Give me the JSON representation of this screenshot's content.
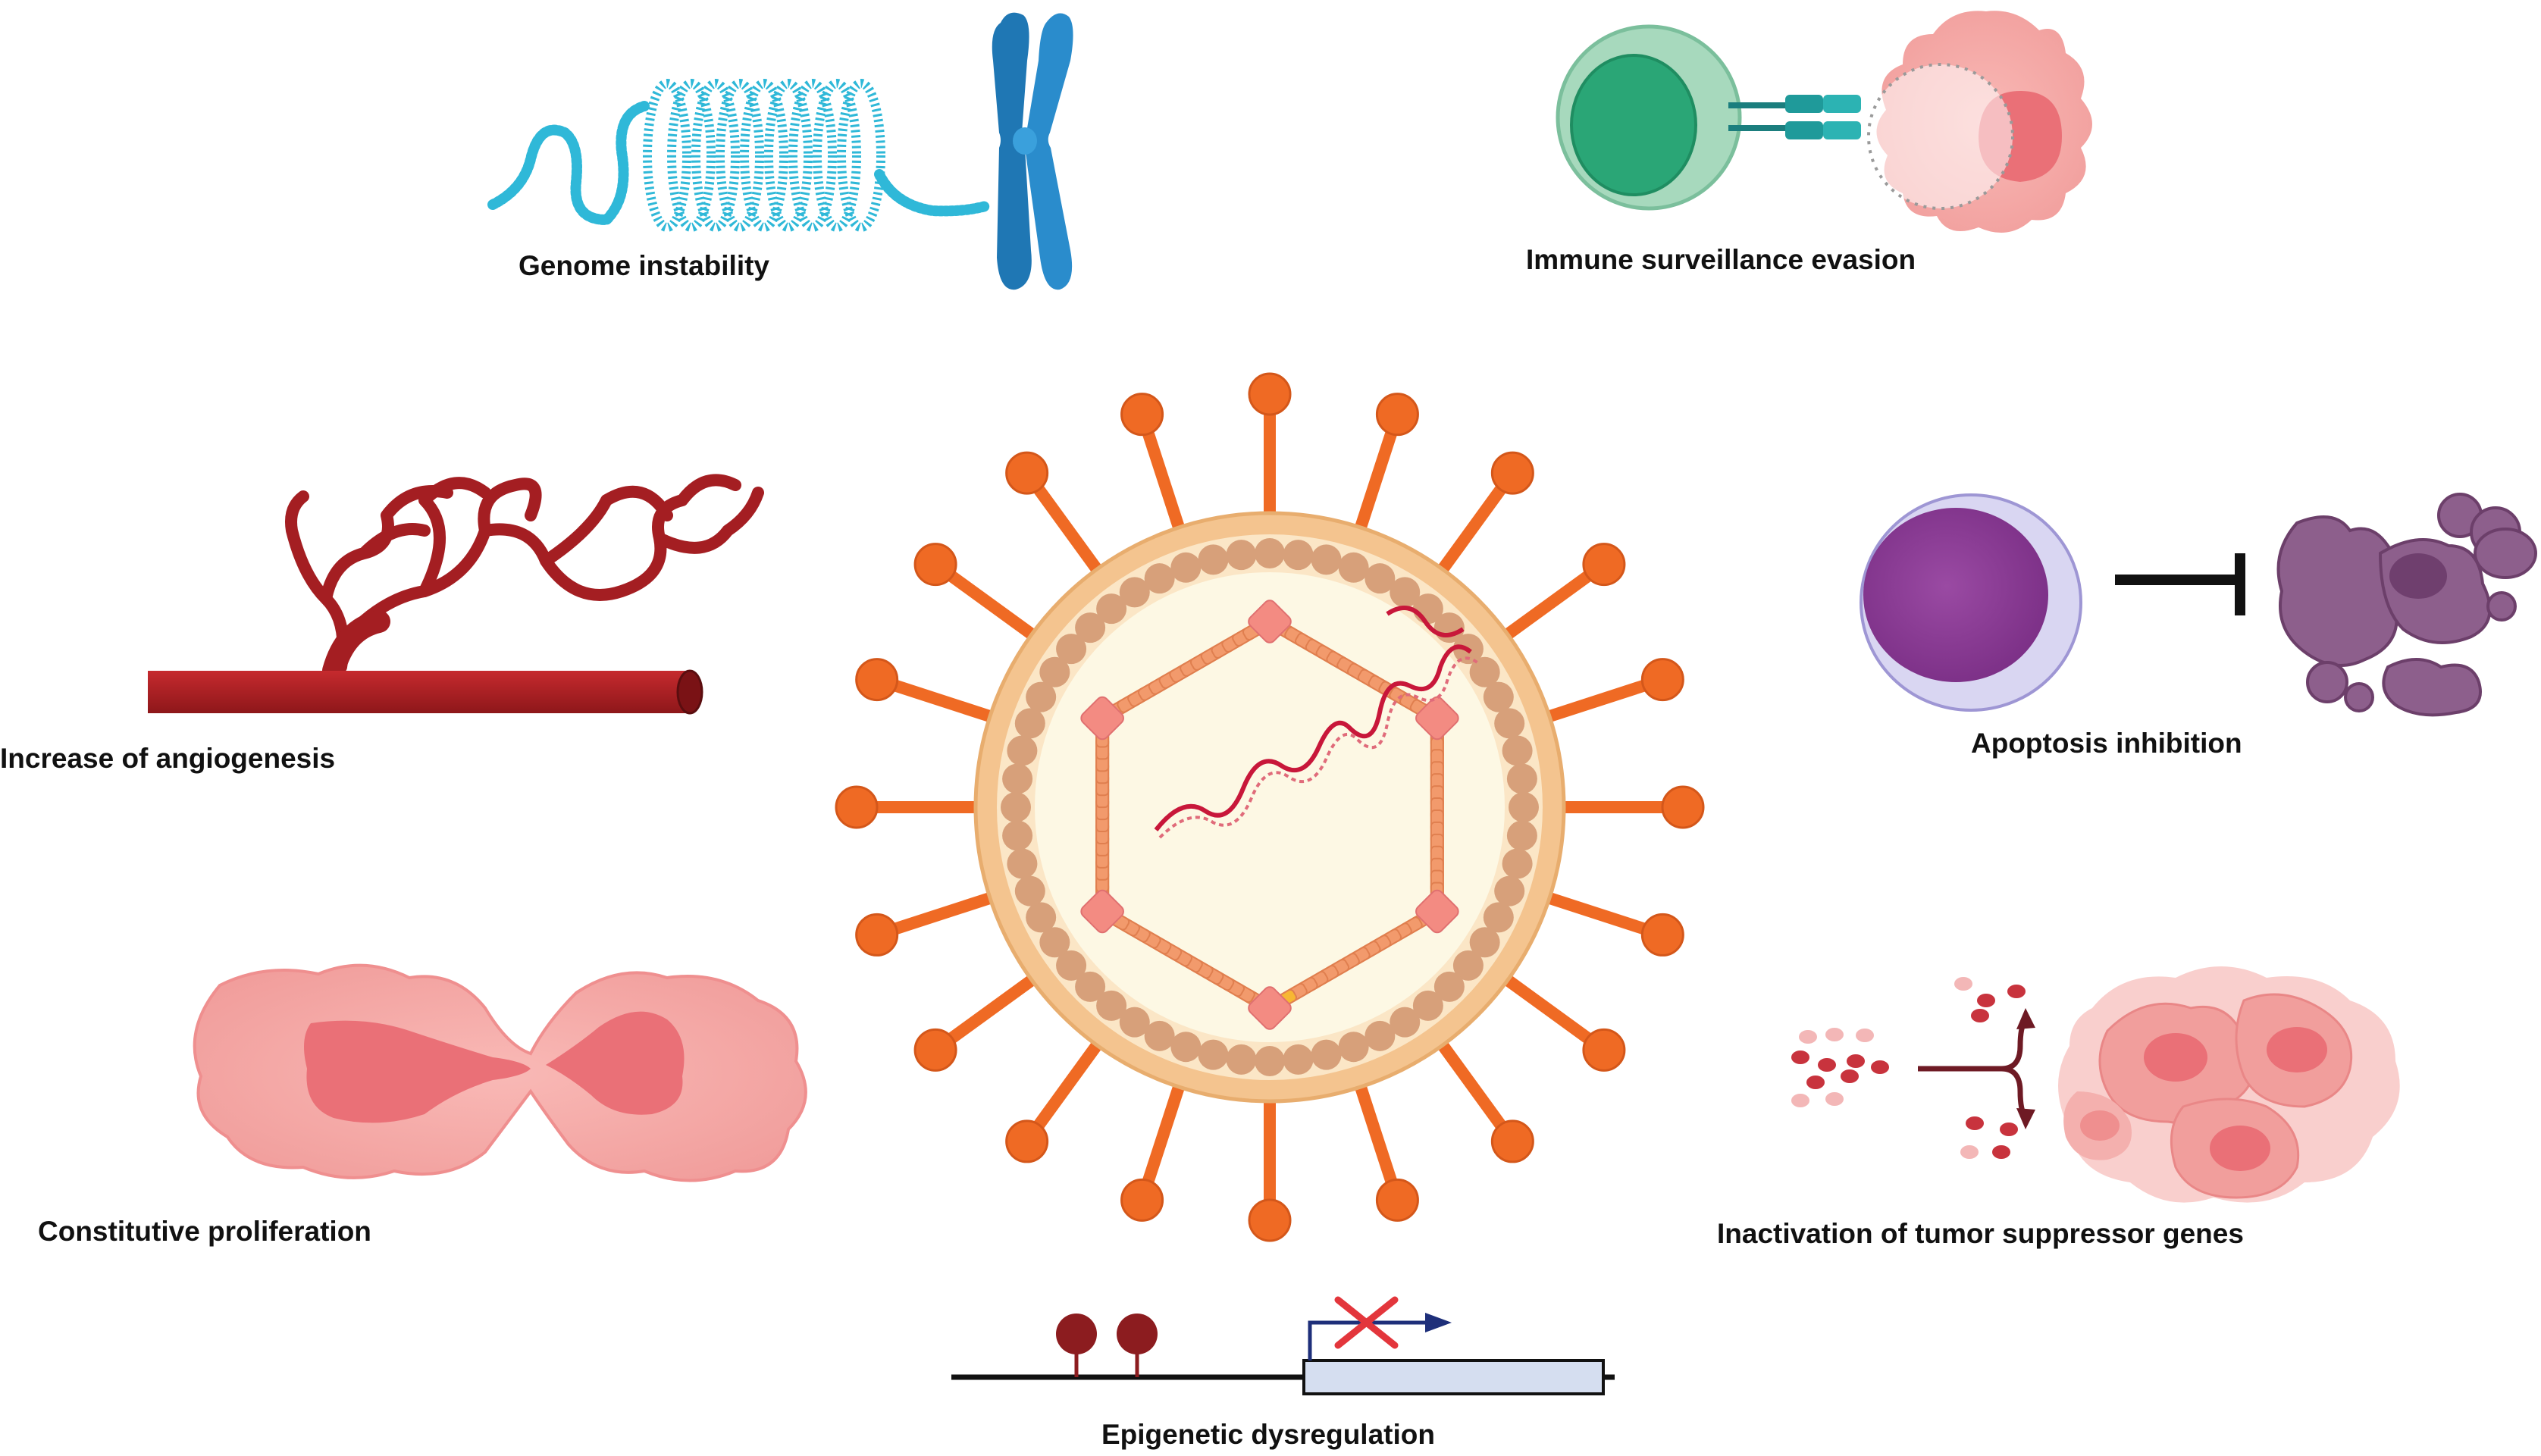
{
  "labels": {
    "genome": "Genome instability",
    "immune": "Immune surveillance evasion",
    "angiogenesis": "Increase of angiogenesis",
    "apoptosis": "Apoptosis inhibition",
    "proliferation": "Constitutive proliferation",
    "tumor": "Inactivation of tumor suppressor genes",
    "epigenetic": "Epigenetic dysregulation"
  },
  "virus": {
    "spike_count": 20,
    "membrane_bead_count": 56,
    "capsomer_per_edge": 16
  },
  "colors": {
    "spike": "#ef6a24",
    "envelope": "#f4c48f",
    "membrane_bead": "#d7a07a",
    "interior": "#fdf8e4",
    "capsid": "#f29a6c",
    "capsid_vertex": "#f38b82",
    "dna": "#c8173a",
    "dna_helix": "#2fb8d8",
    "chromosome": "#1f77b4",
    "tcell": "#9ed3b6",
    "tcell_nucleus": "#2aa676",
    "tumor_cell": "#f6a7a5",
    "tumor_nucleus": "#ea7077",
    "vessel": "#a41e22",
    "apoptotic_cell": "#8e3f97",
    "dying_cell": "#8d5f8c",
    "epigenetic_mark": "#8c1c1f",
    "promoter_arrow": "#1e2f7a",
    "block_cross": "#e3363c",
    "gene_box": "#d5def0"
  }
}
